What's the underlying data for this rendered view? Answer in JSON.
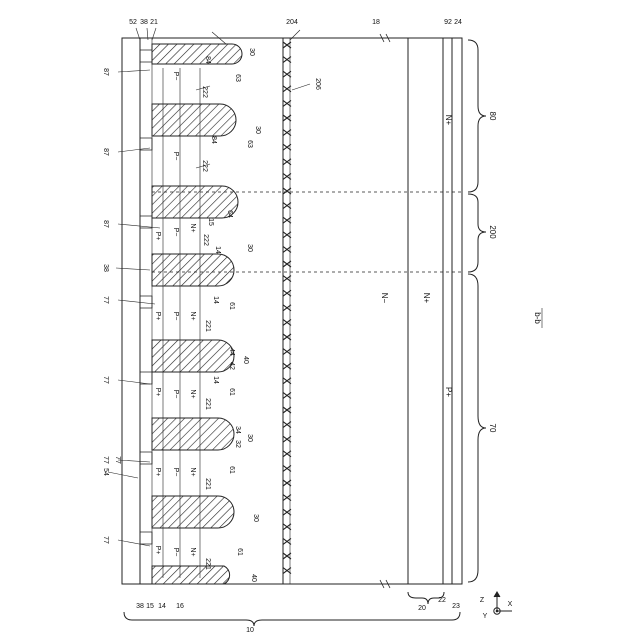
{
  "figure": {
    "section_label": "b-b",
    "axis": {
      "z": "Z",
      "x": "X",
      "y": "Y"
    }
  },
  "regions": {
    "n_minus": "N−",
    "n_plus": "N+",
    "p_plus": "P+",
    "n_plus_strip": "N+"
  },
  "cell_labels": {
    "p_plus": "P+",
    "p_minus": "P−",
    "n_plus": "N+"
  },
  "refs": {
    "r10": "10",
    "r14": "14",
    "r15": "15",
    "r16": "16",
    "r18": "18",
    "r20": "20",
    "r21": "21",
    "r22": "22",
    "r23": "23",
    "r24": "24",
    "r30": "30",
    "r32": "32",
    "r34": "34",
    "r38": "38",
    "r40": "40",
    "r42": "42",
    "r44": "44",
    "r52": "52",
    "r54": "54",
    "r61": "61",
    "r63": "63",
    "r64": "64",
    "r70": "70",
    "r77": "77",
    "r80": "80",
    "r84": "84",
    "r87": "87",
    "r92": "92",
    "r200": "200",
    "r204": "204",
    "r206": "206",
    "r221": "221",
    "r222": "222"
  }
}
